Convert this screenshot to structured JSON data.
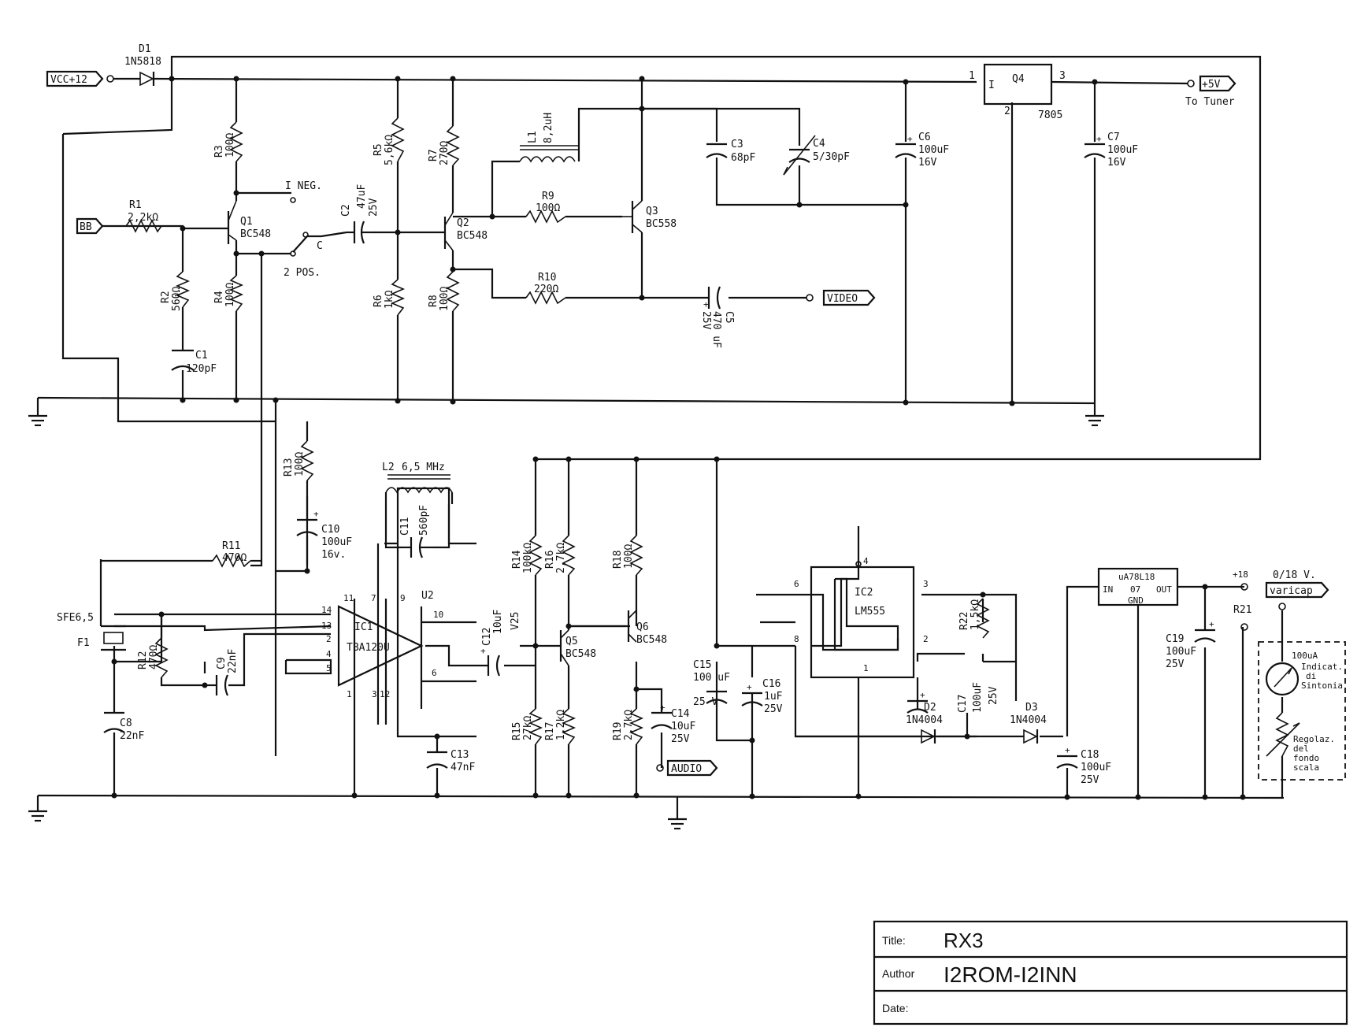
{
  "title_block": {
    "title_label": "Title:",
    "title_value": "RX3",
    "author_label": "Author",
    "author_value": "I2ROM-I2INN",
    "date_label": "Date:"
  },
  "ports": {
    "vcc": "VCC+12",
    "bb": "BB",
    "video": "VIDEO",
    "plus5v": "+5V",
    "to_tuner": "To Tuner",
    "audio": "AUDIO",
    "plus18": "+18",
    "varicap_range": "0/18 V.",
    "varicap": "varicap"
  },
  "components": {
    "D1": {
      "ref": "D1",
      "value": "1N5818"
    },
    "R1": {
      "ref": "R1",
      "value": "2,2kΩ"
    },
    "R2": {
      "ref": "R2",
      "value": "560Ω"
    },
    "R3": {
      "ref": "R3",
      "value": "100Ω"
    },
    "R4": {
      "ref": "R4",
      "value": "100Ω"
    },
    "R5": {
      "ref": "R5",
      "value": "5,6kΩ"
    },
    "R6": {
      "ref": "R6",
      "value": "1kΩ"
    },
    "R7": {
      "ref": "R7",
      "value": "270Ω"
    },
    "R8": {
      "ref": "R8",
      "value": "100Ω"
    },
    "R9": {
      "ref": "R9",
      "value": "100Ω"
    },
    "R10": {
      "ref": "R10",
      "value": "220Ω"
    },
    "C1": {
      "ref": "C1",
      "value": "120pF"
    },
    "C2": {
      "ref": "C2",
      "value": "47uF",
      "voltage": "25V"
    },
    "C3": {
      "ref": "C3",
      "value": "68pF"
    },
    "C4": {
      "ref": "C4",
      "value": "5/30pF"
    },
    "C5": {
      "ref": "C5",
      "value": "470 uF",
      "voltage": "25V"
    },
    "C6": {
      "ref": "C6",
      "value": "100uF",
      "voltage": "16V"
    },
    "C7": {
      "ref": "C7",
      "value": "100uF",
      "voltage": "16V"
    },
    "L1": {
      "ref": "L1",
      "value": "8,2uH"
    },
    "Q1": {
      "ref": "Q1",
      "value": "BC548"
    },
    "Q2": {
      "ref": "Q2",
      "value": "BC548"
    },
    "Q3": {
      "ref": "Q3",
      "value": "BC558"
    },
    "Q4": {
      "ref": "Q4",
      "value": "7805",
      "pin1": "1",
      "pin2": "2",
      "pin3": "3",
      "pin1_mark": "I"
    },
    "switch": {
      "neg": "I NEG.",
      "common": "C",
      "pos": "2 POS."
    },
    "R11": {
      "ref": "R11",
      "value": "470Ω"
    },
    "R12": {
      "ref": "R12",
      "value": "470Ω"
    },
    "R13": {
      "ref": "R13",
      "value": "100Ω"
    },
    "C8": {
      "ref": "C8",
      "value": "22nF"
    },
    "C9": {
      "ref": "C9",
      "value": "22nF"
    },
    "C10": {
      "ref": "C10",
      "value": "100uF",
      "voltage": "16v."
    },
    "C11": {
      "ref": "C11",
      "value": "560pF"
    },
    "L2": {
      "ref": "L2",
      "value": "6,5 MHz"
    },
    "F1": {
      "ref": "F1",
      "value": "SFE6,5"
    },
    "IC1": {
      "ref": "IC1",
      "value": "TBA120U",
      "pins": [
        "14",
        "13",
        "2",
        "4",
        "5",
        "1",
        "11",
        "7",
        "9",
        "3",
        "12"
      ]
    },
    "U2": {
      "ref": "U2",
      "pin10": "10",
      "pin6": "6"
    },
    "C12": {
      "ref": "C12",
      "value": "10uF",
      "voltage": "V25"
    },
    "C13": {
      "ref": "C13",
      "value": "47nF"
    },
    "R14": {
      "ref": "R14",
      "value": "100kΩ"
    },
    "R15": {
      "ref": "R15",
      "value": "27kΩ"
    },
    "R16": {
      "ref": "R16",
      "value": "2,7kΩ"
    },
    "R17": {
      "ref": "R17",
      "value": "1,2kΩ"
    },
    "R18": {
      "ref": "R18",
      "value": "100Ω"
    },
    "R19": {
      "ref": "R19",
      "value": "2,7kΩ"
    },
    "Q5": {
      "ref": "Q5",
      "value": "BC548"
    },
    "Q6": {
      "ref": "Q6",
      "value": "BC548"
    },
    "C14": {
      "ref": "C14",
      "value": "10uF",
      "voltage": "25V"
    },
    "C15": {
      "ref": "C15",
      "value": "100 uF",
      "voltage": "25 V"
    },
    "C16": {
      "ref": "C16",
      "value": "1uF",
      "voltage": "25V"
    },
    "IC2": {
      "ref": "IC2",
      "value": "LM555",
      "pin4": "4",
      "pin6": "6",
      "pin3": "3",
      "pin8": "8",
      "pin2": "2",
      "pin1": "1"
    },
    "R22": {
      "ref": "R22",
      "value": "1,5kΩ"
    },
    "C17": {
      "ref": "C17",
      "value": "100uF",
      "voltage": "25V"
    },
    "D2": {
      "ref": "D2",
      "value": "1N4004"
    },
    "D3": {
      "ref": "D3",
      "value": "1N4004"
    },
    "C18": {
      "ref": "C18",
      "value": "100uF",
      "voltage": "25V"
    },
    "U3": {
      "value": "uA78L18",
      "in": "IN",
      "out": "OUT",
      "gnd": "GND",
      "num": "07"
    },
    "C19": {
      "ref": "C19",
      "value": "100uF",
      "voltage": "25V"
    },
    "R21": {
      "ref": "R21"
    },
    "meter": {
      "value": "100uA",
      "line1": "Indicat.",
      "line2": "di",
      "line3": "Sintonia"
    },
    "pot": {
      "line1": "Regolaz.",
      "line2": "del",
      "line3": "fondo",
      "line4": "scala"
    }
  }
}
